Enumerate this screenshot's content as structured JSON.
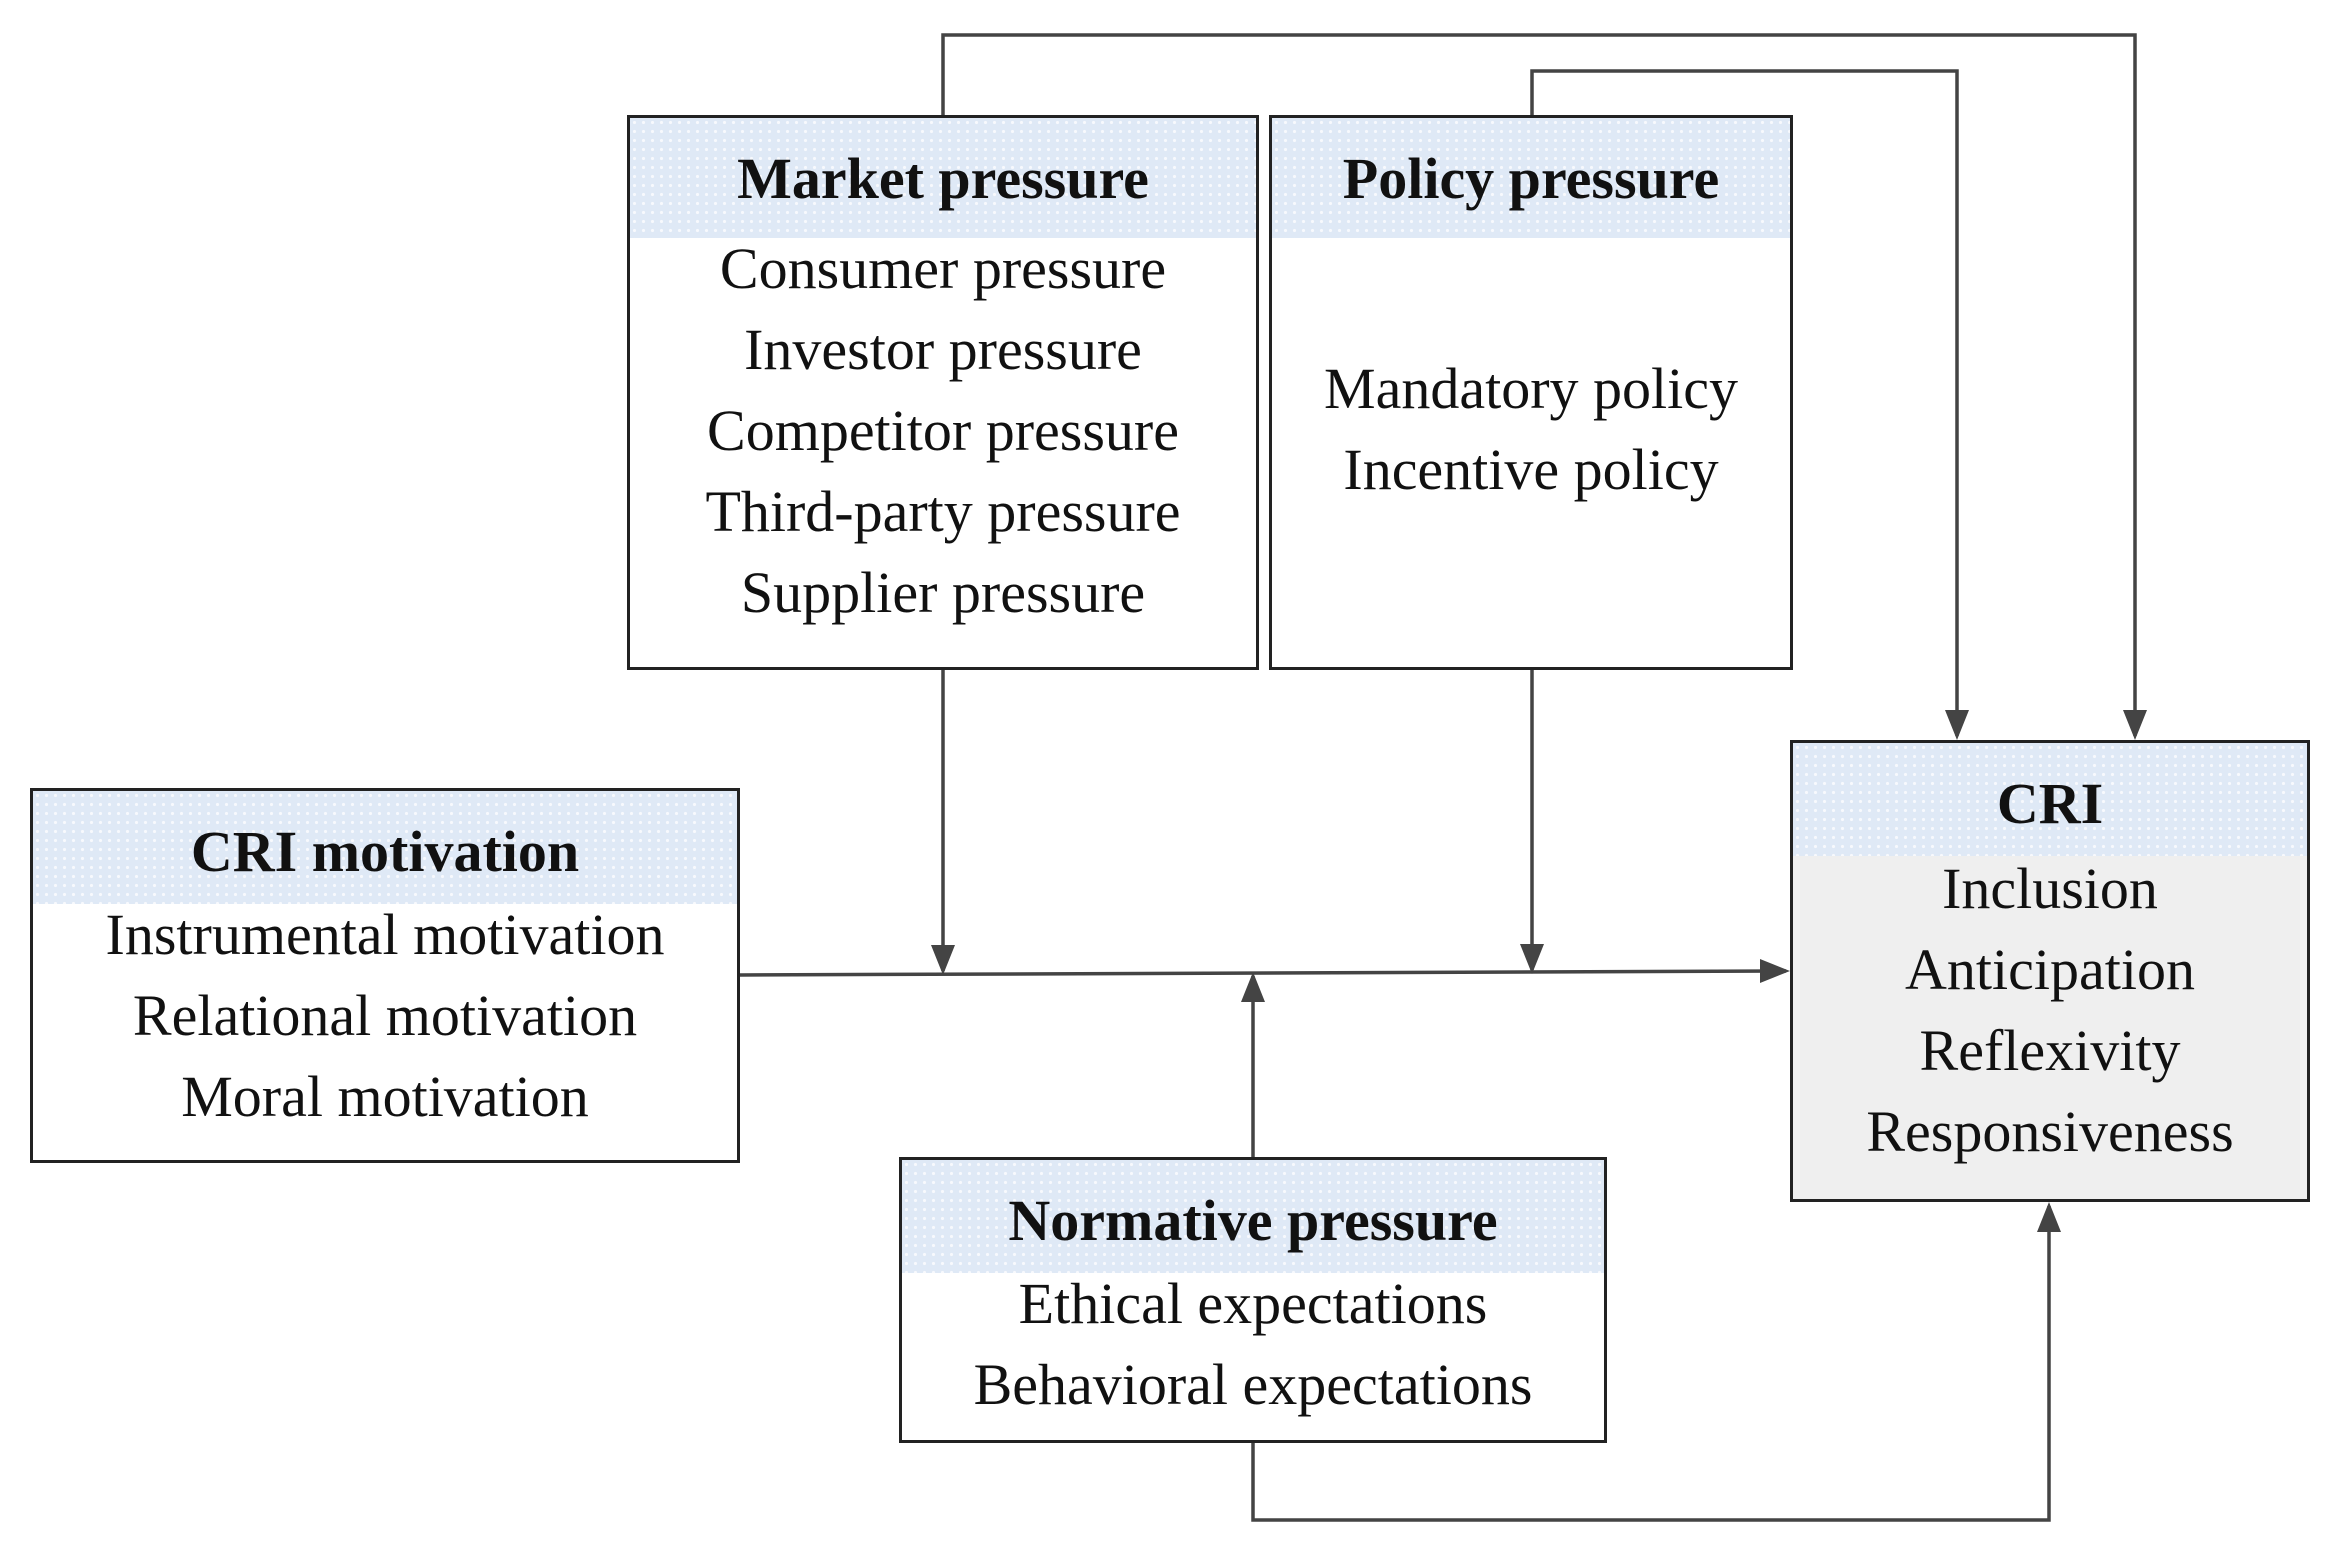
{
  "diagram": {
    "market_pressure": {
      "title": "Market pressure",
      "items": [
        "Consumer pressure",
        "Investor pressure",
        "Competitor pressure",
        "Third-party pressure",
        "Supplier pressure"
      ]
    },
    "policy_pressure": {
      "title": "Policy pressure",
      "items": [
        "Mandatory policy",
        "Incentive policy"
      ]
    },
    "cri_motivation": {
      "title": "CRI motivation",
      "items": [
        "Instrumental motivation",
        "Relational motivation",
        "Moral motivation"
      ]
    },
    "normative_pressure": {
      "title": "Normative pressure",
      "items": [
        "Ethical expectations",
        "Behavioral expectations"
      ]
    },
    "cri": {
      "title": "CRI",
      "items": [
        "Inclusion",
        "Anticipation",
        "Reflexivity",
        "Responsiveness"
      ]
    },
    "colors": {
      "header_fill": "#dfe9f6",
      "cri_fill": "#efefef",
      "stroke": "#222222",
      "arrow": "#444444"
    }
  }
}
